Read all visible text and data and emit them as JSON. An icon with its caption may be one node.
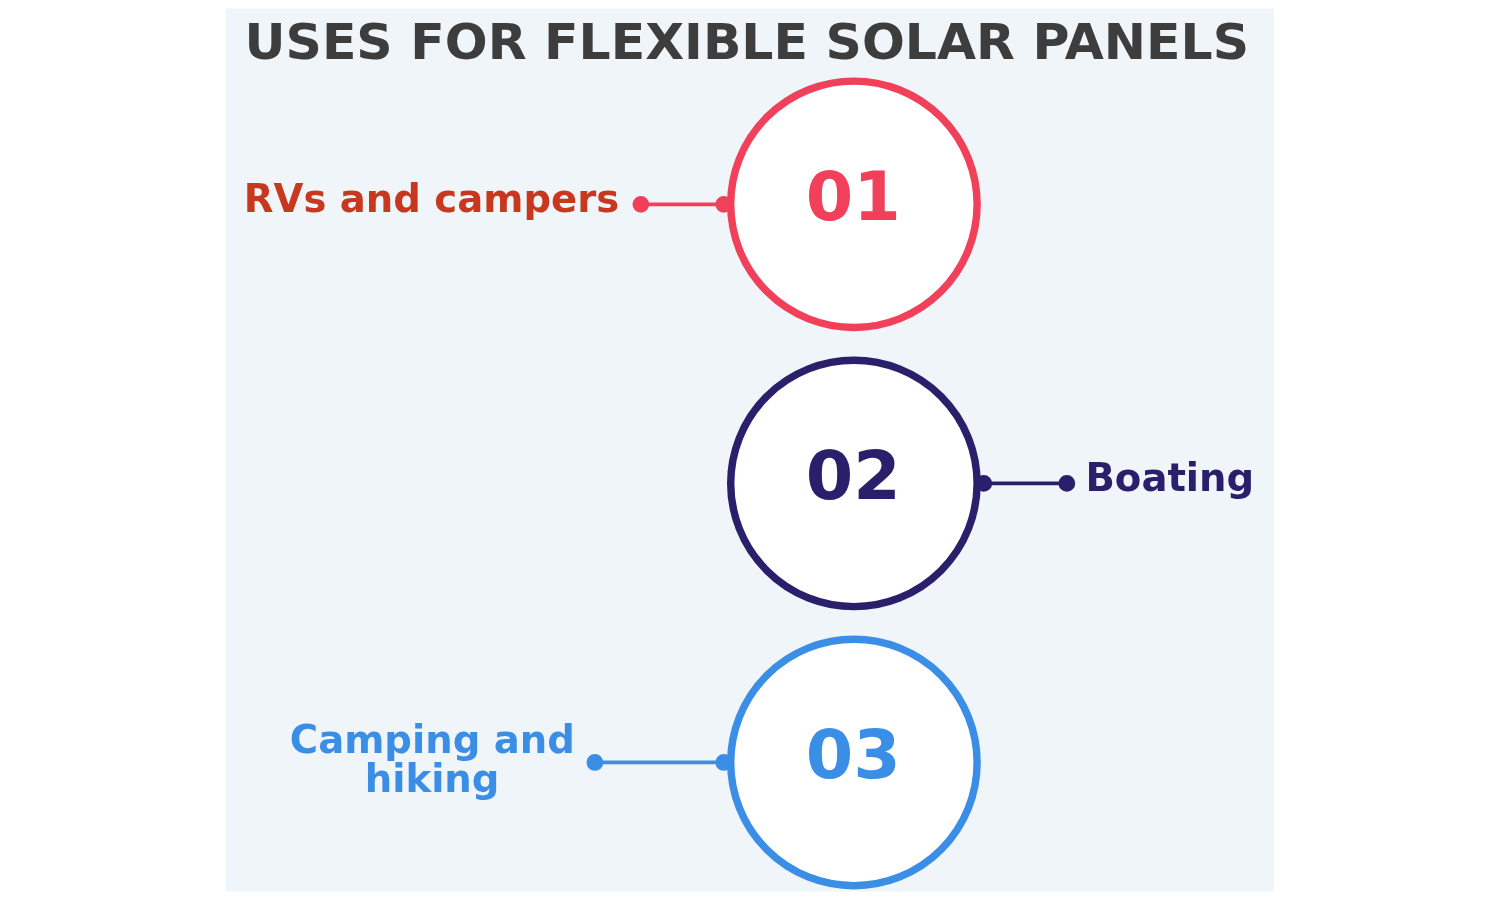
{
  "diagram": {
    "title": "USES FOR FLEXIBLE SOLAR PANELS",
    "nodes": [
      {
        "text": [
          "RVs and campers"
        ]
      },
      {
        "text": [
          "01"
        ]
      },
      {
        "text": [
          "02"
        ]
      },
      {
        "text": [
          "Boating"
        ]
      },
      {
        "text": [
          "Camping and hiking"
        ]
      },
      {
        "text": [
          "03"
        ]
      }
    ],
    "edges": [
      {
        "from": 0,
        "to": 1,
        "arrow": "other",
        "color": "#f0405a"
      },
      {
        "from": 2,
        "to": 3,
        "arrow": "other",
        "color": "#2a1f6b"
      },
      {
        "from": 4,
        "to": 5,
        "arrow": "other",
        "color": "#3a8ee6"
      }
    ]
  }
}
